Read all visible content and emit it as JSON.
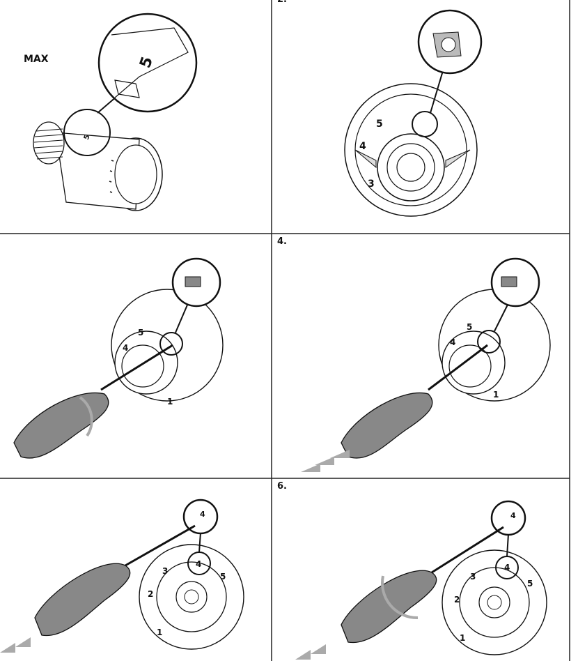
{
  "panels": [
    {
      "step": "",
      "extra": "MAX",
      "digit": "5"
    },
    {
      "step": "2.",
      "digits": [
        "5",
        "4",
        "3"
      ]
    },
    {
      "step": "",
      "digits": [
        "4",
        "5",
        "1"
      ]
    },
    {
      "step": "4.",
      "digits": [
        "4",
        "5",
        "1"
      ]
    },
    {
      "step": "",
      "digits": [
        "4",
        "4",
        "3",
        "5",
        "2",
        "1"
      ]
    },
    {
      "step": "6.",
      "digits": [
        "4",
        "4",
        "3",
        "5",
        "2",
        "1"
      ]
    }
  ]
}
